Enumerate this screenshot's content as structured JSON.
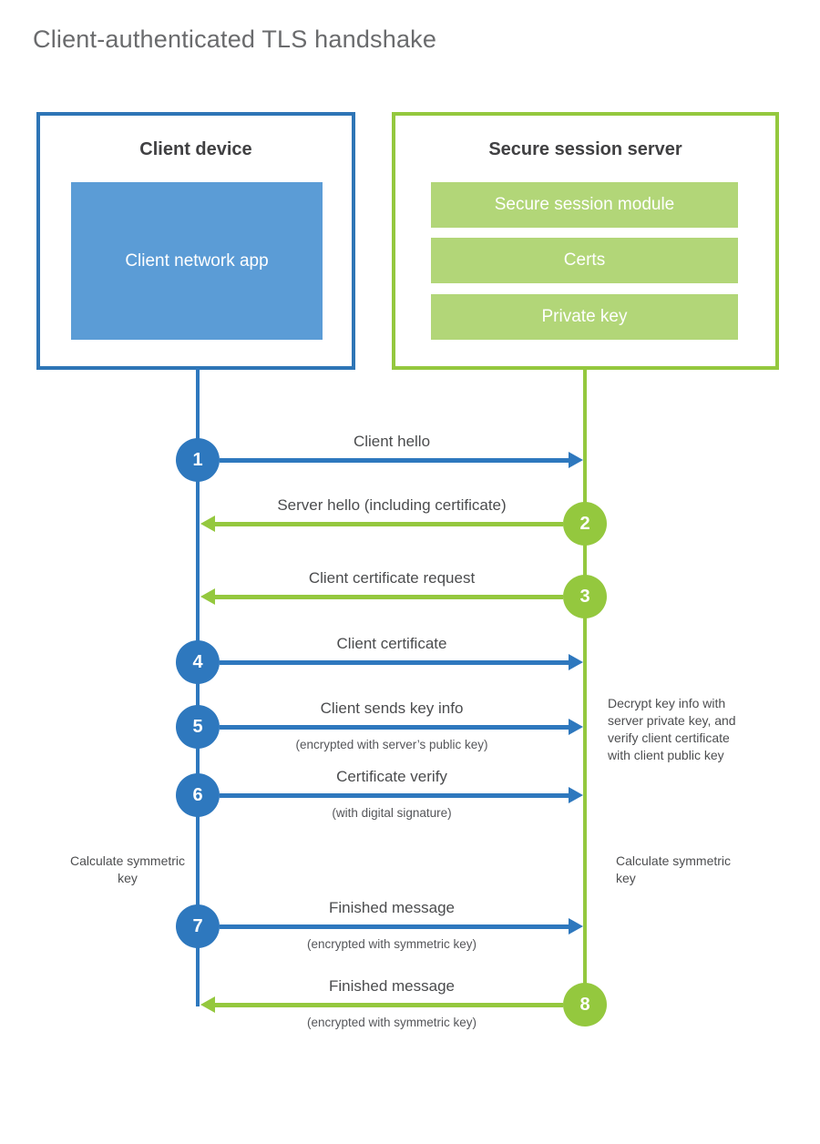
{
  "title": "Client-authenticated TLS handshake",
  "colors": {
    "blue": "#2e78be",
    "blue_fill": "#5b9cd6",
    "green": "#94c83e",
    "green_fill": "#b2d678",
    "heading_text": "#404042",
    "label_text": "#4b4c4e"
  },
  "client": {
    "title": "Client device",
    "module": "Client network app"
  },
  "server": {
    "title": "Secure session server",
    "modules": [
      "Secure session module",
      "Certs",
      "Private key"
    ]
  },
  "steps": [
    {
      "num": "1",
      "from": "client",
      "label": "Client hello",
      "sublabel": ""
    },
    {
      "num": "2",
      "from": "server",
      "label": "Server hello (including certificate)",
      "sublabel": ""
    },
    {
      "num": "3",
      "from": "server",
      "label": "Client certificate request",
      "sublabel": ""
    },
    {
      "num": "4",
      "from": "client",
      "label": "Client certificate",
      "sublabel": ""
    },
    {
      "num": "5",
      "from": "client",
      "label": "Client sends key info",
      "sublabel": "(encrypted with server’s public key)"
    },
    {
      "num": "6",
      "from": "client",
      "label": "Certificate verify",
      "sublabel": "(with digital signature)"
    },
    {
      "num": "7",
      "from": "client",
      "label": "Finished message",
      "sublabel": "(encrypted with symmetric key)"
    },
    {
      "num": "8",
      "from": "server",
      "label": "Finished message",
      "sublabel": "(encrypted with symmetric key)"
    }
  ],
  "notes": {
    "server_note": "Decrypt key info with server private key, and verify client certificate with client public key",
    "client_calc": "Calculate symmetric key",
    "server_calc": "Calculate symmetric key"
  }
}
